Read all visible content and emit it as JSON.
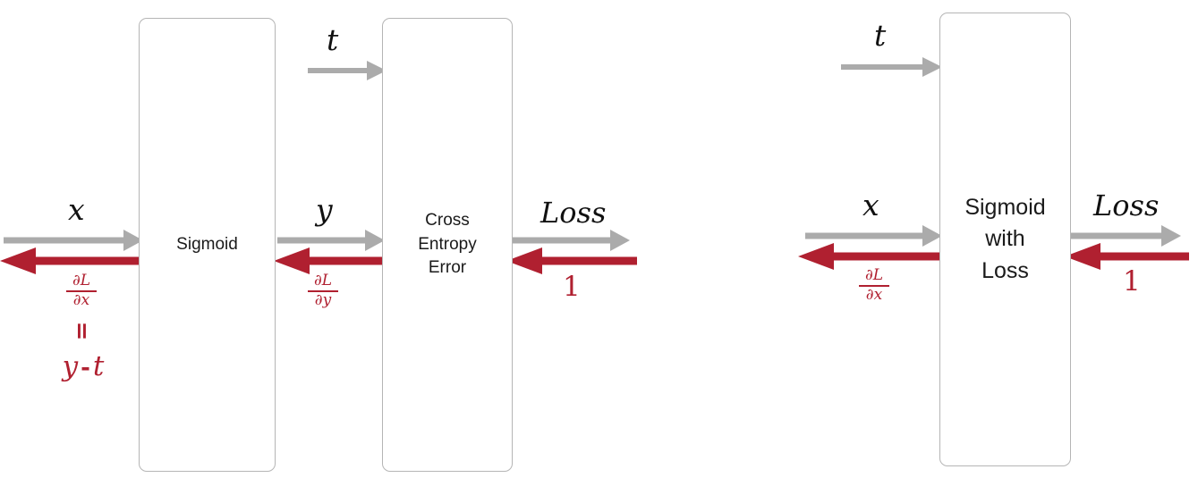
{
  "diagram": {
    "title": "Sigmoid with Cross Entropy Error backward pass",
    "colors": {
      "forward_arrow": "#ABABAB",
      "backward_arrow": "#B02030",
      "box_border": "#b5b5b5",
      "text": "#111111",
      "background": "#ffffff"
    }
  },
  "left_panel": {
    "nodes": [
      {
        "id": "sigmoid",
        "label": "Sigmoid"
      },
      {
        "id": "cross-entropy-error",
        "label": "Cross\nEntropy\nError"
      }
    ],
    "forward_labels": {
      "input_x": "x",
      "target_t": "t",
      "intermediate_y": "y",
      "output_loss": "Loss"
    },
    "backward_labels": {
      "grad_x_num": "∂L",
      "grad_x_den": "∂x",
      "equals": "=",
      "grad_x_value": "y",
      "grad_x_operator": "-",
      "grad_x_value2": "t",
      "grad_y_num": "∂L",
      "grad_y_den": "∂y",
      "seed_gradient": "1"
    }
  },
  "right_panel": {
    "nodes": [
      {
        "id": "sigmoid-with-loss",
        "label": "Sigmoid\nwith\nLoss"
      }
    ],
    "forward_labels": {
      "input_x": "x",
      "target_t": "t",
      "output_loss": "Loss"
    },
    "backward_labels": {
      "grad_x_num": "∂L",
      "grad_x_den": "∂x",
      "seed_gradient": "1"
    }
  }
}
